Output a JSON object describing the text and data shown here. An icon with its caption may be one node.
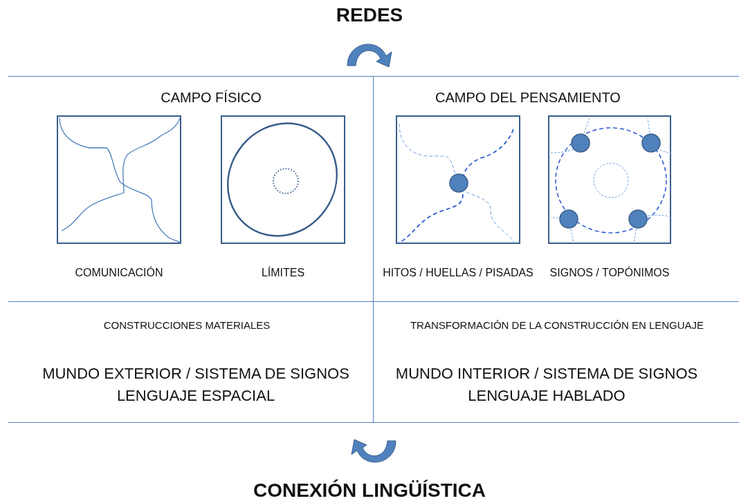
{
  "diagram": {
    "title": "REDES",
    "caption": "CONEXIÓN LINGÜÍSTICA",
    "nodes": [
      {
        "text": [],
        "shape": "picture",
        "beside": [
          "COMUNICACIÓN"
        ]
      },
      {
        "text": [],
        "shape": "picture",
        "beside": [
          "LÍMITES"
        ]
      },
      {
        "text": [],
        "shape": "picture",
        "beside": [
          "HITOS / HUELLAS / PISADAS"
        ]
      },
      {
        "text": [],
        "shape": "picture",
        "beside": [
          "SIGNOS / TOPÓNIMOS"
        ]
      }
    ],
    "edges": [],
    "labels": [
      "CAMPO FÍSICO",
      "CAMPO DEL PENSAMIENTO",
      "CONSTRUCCIONES MATERIALES",
      "TRANSFORMACIÓN DE LA CONSTRUCCIÓN EN LENGUAJE",
      "MUNDO EXTERIOR / SISTEMA DE SIGNOS",
      "MUNDO INTERIOR / SISTEMA DE SIGNOS",
      "LENGUAJE ESPACIAL",
      "LENGUAJE HABLADO"
    ]
  }
}
